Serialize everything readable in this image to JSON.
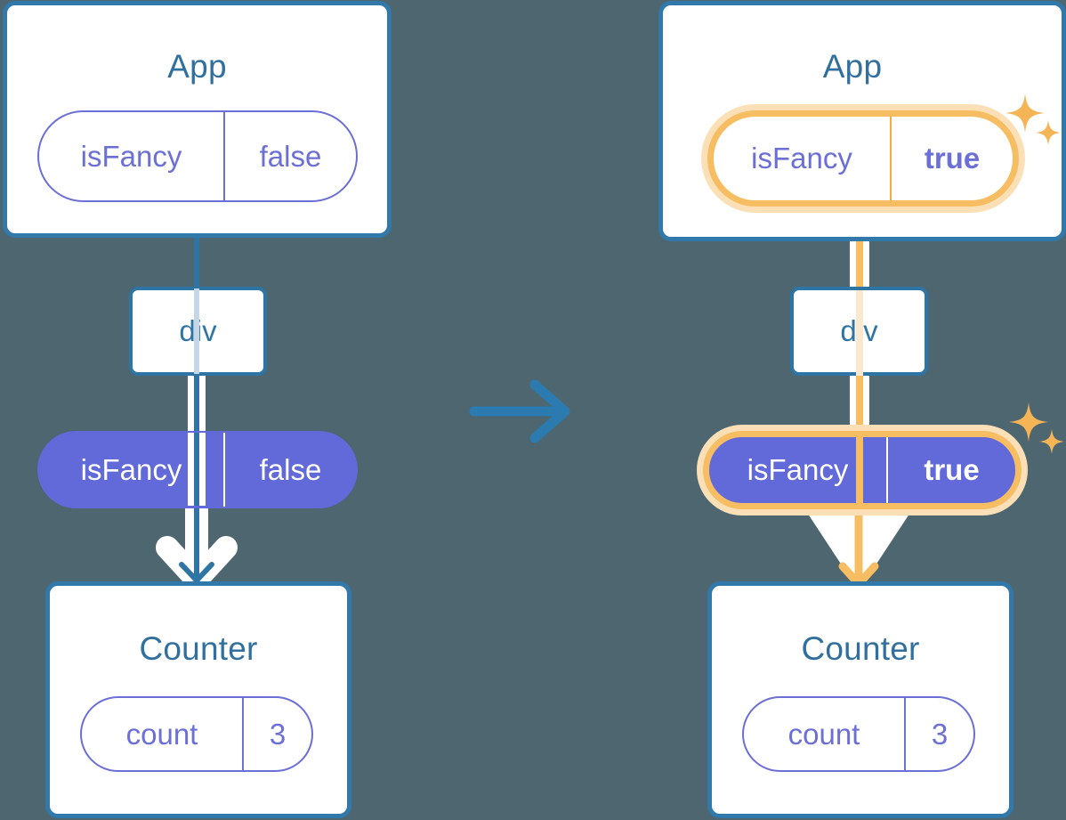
{
  "diagram": {
    "title": "React state propagation: App isFancy false to true",
    "type": "diagram",
    "background_color": "#4d666f",
    "colors": {
      "card_border": "#3178ab",
      "card_title": "#31709e",
      "pill_purple": "#6269d9",
      "pill_outline_text": "#6b6fd6",
      "highlight_orange": "#f7bd63",
      "highlight_glow": "#fbe0b7",
      "line_blue": "#2e75a6",
      "white": "#ffffff"
    },
    "transition_arrow": {
      "icon": "arrow-right-icon",
      "color": "#2b7bb0"
    }
  },
  "panels": [
    {
      "id": "before",
      "state_highlighted": false,
      "app": {
        "title": "App",
        "prop": {
          "name": "isFancy",
          "value": "false",
          "highlighted": false,
          "bold_value": false
        }
      },
      "div": {
        "label": "div"
      },
      "prop_pill": {
        "name": "isFancy",
        "value": "false",
        "highlighted": false,
        "bold_value": false
      },
      "counter": {
        "title": "Counter",
        "state": {
          "name": "count",
          "value": "3",
          "highlighted": false,
          "bold_value": false
        }
      },
      "sparkles_visible": false
    },
    {
      "id": "after",
      "state_highlighted": true,
      "app": {
        "title": "App",
        "prop": {
          "name": "isFancy",
          "value": "true",
          "highlighted": true,
          "bold_value": true
        }
      },
      "div": {
        "label": "div"
      },
      "prop_pill": {
        "name": "isFancy",
        "value": "true",
        "highlighted": true,
        "bold_value": true
      },
      "counter": {
        "title": "Counter",
        "state": {
          "name": "count",
          "value": "3",
          "highlighted": false,
          "bold_value": false
        }
      },
      "sparkles_visible": true
    }
  ]
}
